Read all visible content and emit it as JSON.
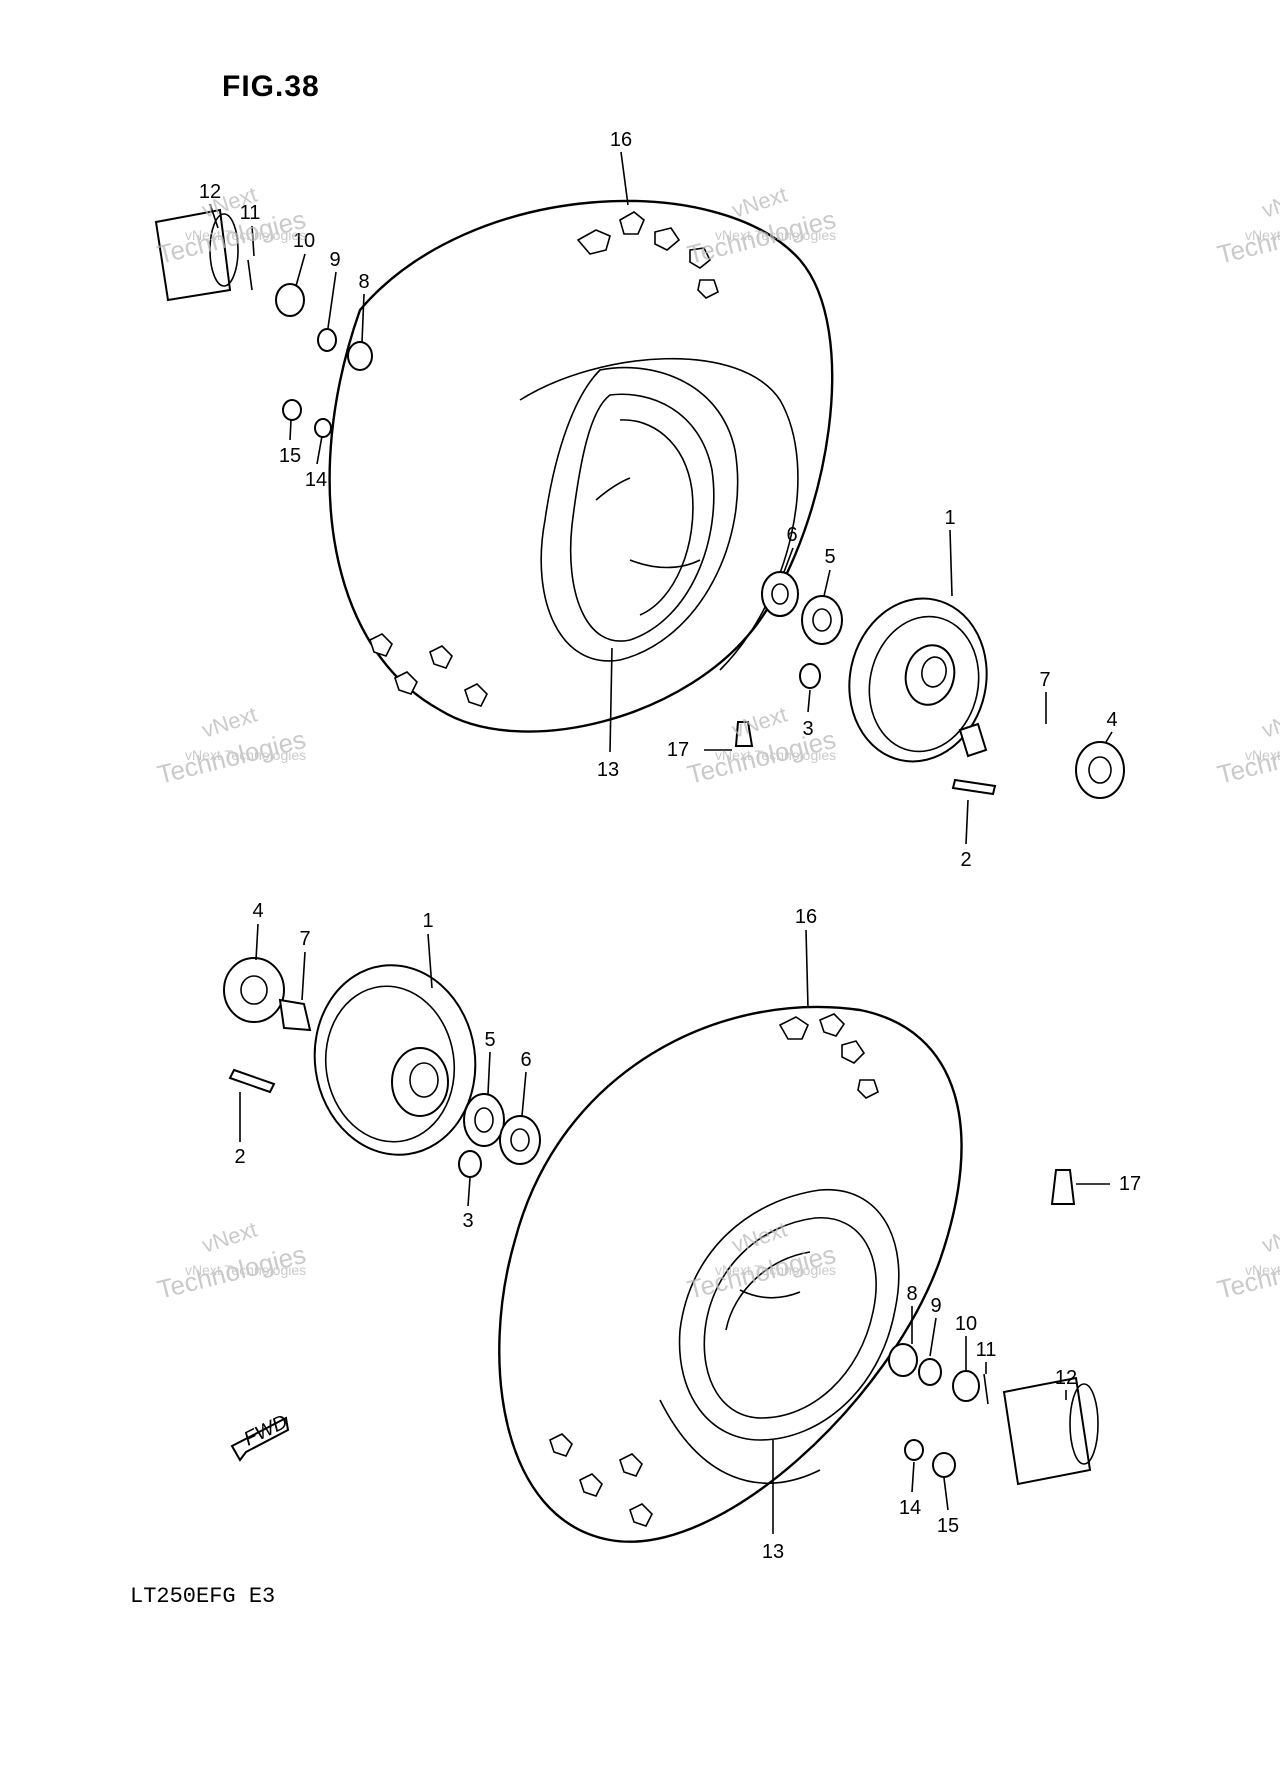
{
  "figure": {
    "title": "FIG.38",
    "model_code": "LT250EFG  E3",
    "direction_marker": "FWD"
  },
  "watermark": {
    "brand": "vNext",
    "line1": "vNext Technologies",
    "line2": "Technologies"
  },
  "upper_wheel_assembly": {
    "callouts": [
      "16",
      "12",
      "11",
      "10",
      "9",
      "8",
      "15",
      "14",
      "6",
      "5",
      "1",
      "3",
      "17",
      "13",
      "7",
      "4",
      "2"
    ]
  },
  "lower_wheel_assembly": {
    "callouts": [
      "4",
      "7",
      "1",
      "16",
      "5",
      "6",
      "2",
      "3",
      "17",
      "8",
      "9",
      "10",
      "11",
      "12",
      "14",
      "15",
      "13"
    ]
  }
}
